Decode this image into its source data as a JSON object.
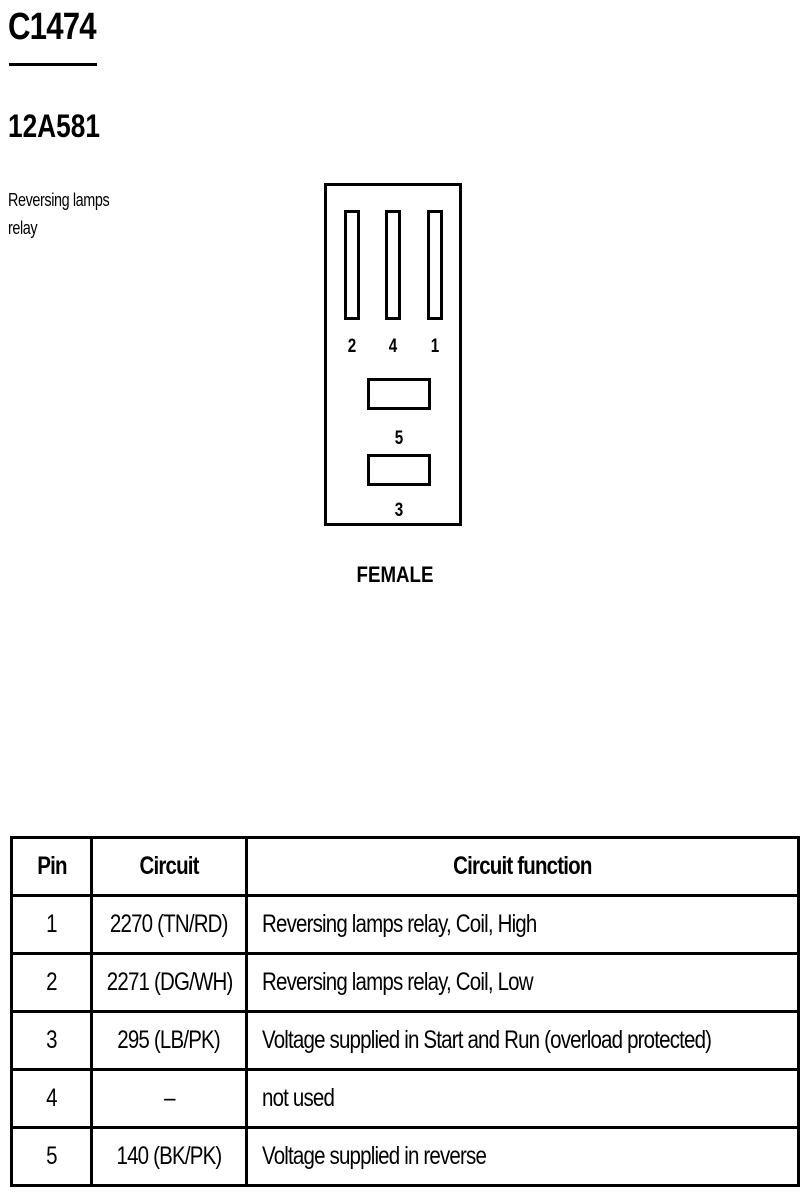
{
  "header": {
    "connector_id": "C1474",
    "part_number": "12A581",
    "description_line1": "Reversing lamps",
    "description_line2": "relay"
  },
  "connector": {
    "pin_labels": [
      "2",
      "4",
      "1",
      "5",
      "3"
    ],
    "gender": "FEMALE"
  },
  "table": {
    "headers": [
      "Pin",
      "Circuit",
      "Circuit function"
    ],
    "rows": [
      {
        "pin": "1",
        "circuit": "2270 (TN/RD)",
        "function": "Reversing lamps relay, Coil, High"
      },
      {
        "pin": "2",
        "circuit": "2271 (DG/WH)",
        "function": "Reversing lamps relay, Coil, Low"
      },
      {
        "pin": "3",
        "circuit": "295 (LB/PK)",
        "function": "Voltage supplied in Start and Run (overload protected)"
      },
      {
        "pin": "4",
        "circuit": "–",
        "function": "not used"
      },
      {
        "pin": "5",
        "circuit": "140 (BK/PK)",
        "function": "Voltage supplied in reverse"
      }
    ]
  }
}
